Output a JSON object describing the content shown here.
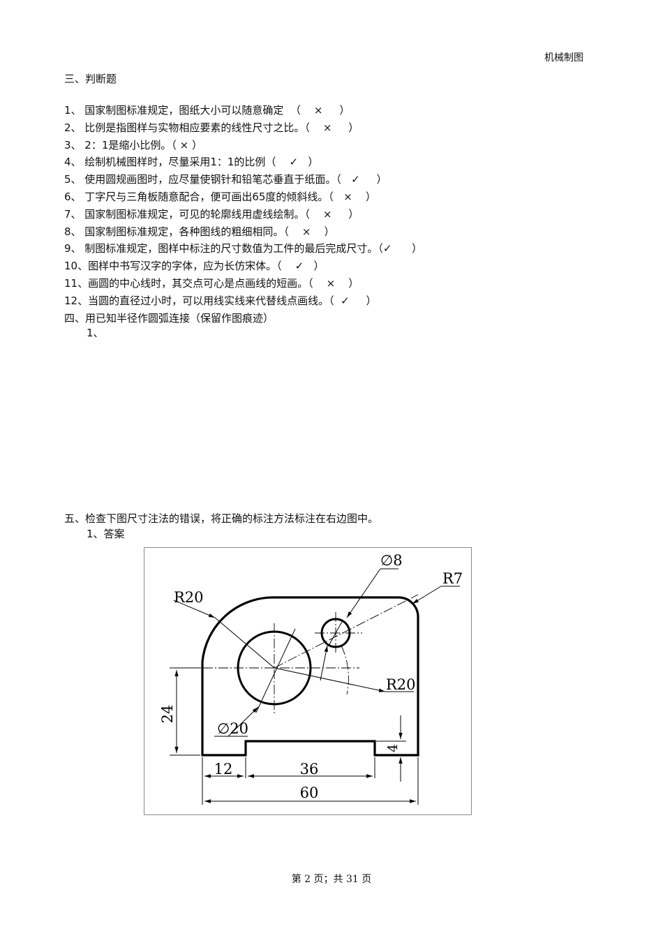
{
  "header": {
    "title": "机械制图"
  },
  "section3": {
    "title": "三、判断题",
    "questions": [
      {
        "text": "1、 国家制图标准规定，图纸大小可以随意确定  （    ×     ）"
      },
      {
        "text": "2、 比例是指图样与实物相应要素的线性尺寸之比。（    ×     ）"
      },
      {
        "text": "3、 2：1是缩小比例。（ × ）"
      },
      {
        "text": "4、 绘制机械图样时，尽量采用1：1的比例（    ✓   ）"
      },
      {
        "text": "5、 使用圆规画图时，应尽量使钢针和铅笔芯垂直于纸面。（   ✓     ）"
      },
      {
        "text": "6、 丁字尺与三角板随意配合，便可画出65度的倾斜线。（   ×    ）"
      },
      {
        "text": "7、 国家制图标准规定，可见的轮廓线用虚线绘制。（    ×     ）"
      },
      {
        "text": "8、 国家制图标准规定，各种图线的粗细相同。（    ×    ）"
      },
      {
        "text": "9、 制图标准规定，图样中标注的尺寸数值为工件的最后完成尺寸。（✓      ）"
      },
      {
        "text": "10、图样中书写汉字的字体，应为长仿宋体。（    ✓   ）"
      },
      {
        "text": "11、画圆的中心线时，其交点可心是点画线的短画。（    ×    ）"
      },
      {
        "text": "12、当圆的直径过小时，可以用线实线来代替线点画线。（  ✓     ）"
      }
    ]
  },
  "section4": {
    "title": "四、用已知半径作圆弧连接（保留作图痕迹）",
    "item": "1、"
  },
  "section5": {
    "title": "五、检查下图尺寸注法的错误，将正确的标注方法标注在右边图中。",
    "item": "1、答案"
  },
  "drawing": {
    "labels": {
      "d8": "∅8",
      "r7": "R7",
      "r20_top": "R20",
      "r20_right": "R20",
      "d20": "∅20",
      "h24": "24",
      "h4": "4",
      "w12": "12",
      "w36": "36",
      "w60": "60"
    }
  },
  "footer": {
    "page_text": "第 2 页；共 31 页"
  }
}
